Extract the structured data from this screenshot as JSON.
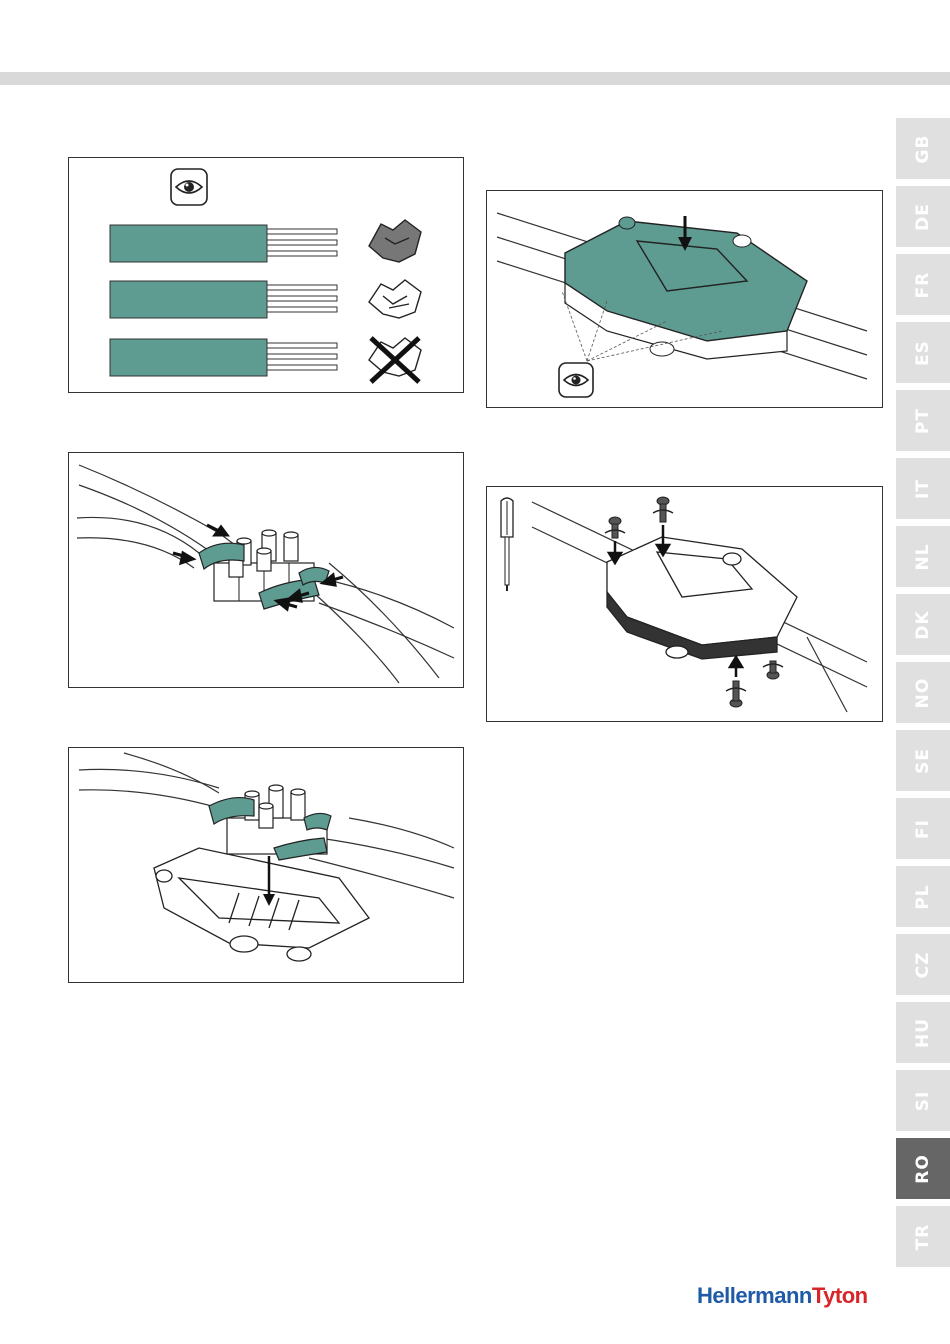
{
  "language_tabs": [
    {
      "code": "GB",
      "active": false
    },
    {
      "code": "DE",
      "active": false
    },
    {
      "code": "FR",
      "active": false
    },
    {
      "code": "ES",
      "active": false
    },
    {
      "code": "PT",
      "active": false
    },
    {
      "code": "IT",
      "active": false
    },
    {
      "code": "NL",
      "active": false
    },
    {
      "code": "DK",
      "active": false
    },
    {
      "code": "NO",
      "active": false
    },
    {
      "code": "SE",
      "active": false
    },
    {
      "code": "FI",
      "active": false
    },
    {
      "code": "PL",
      "active": false
    },
    {
      "code": "CZ",
      "active": false
    },
    {
      "code": "HU",
      "active": false
    },
    {
      "code": "SI",
      "active": false
    },
    {
      "code": "RO",
      "active": true
    },
    {
      "code": "TR",
      "active": false
    }
  ],
  "brand": {
    "part1": "Hellermann",
    "part2": "Tyton",
    "color1": "#1f5aa6",
    "color2": "#d6262b"
  },
  "colors": {
    "teal": "#5e9b91",
    "tab_inactive": "#e0e0e0",
    "tab_active": "#666666"
  },
  "figures": [
    {
      "id": "fig-cable-strip-check",
      "icons": [
        "eye-icon",
        "connector-ok-icon",
        "connector-ok-icon",
        "connector-wrong-icon"
      ]
    },
    {
      "id": "fig-connector-insertion",
      "icons": [
        "arrow-icon"
      ]
    },
    {
      "id": "fig-place-into-base",
      "icons": [
        "arrow-down-icon"
      ]
    },
    {
      "id": "fig-close-cover",
      "icons": [
        "arrow-down-icon",
        "eye-icon"
      ]
    },
    {
      "id": "fig-screw-fixing",
      "icons": [
        "screwdriver-icon",
        "screw-icon",
        "rotate-icon"
      ]
    }
  ]
}
